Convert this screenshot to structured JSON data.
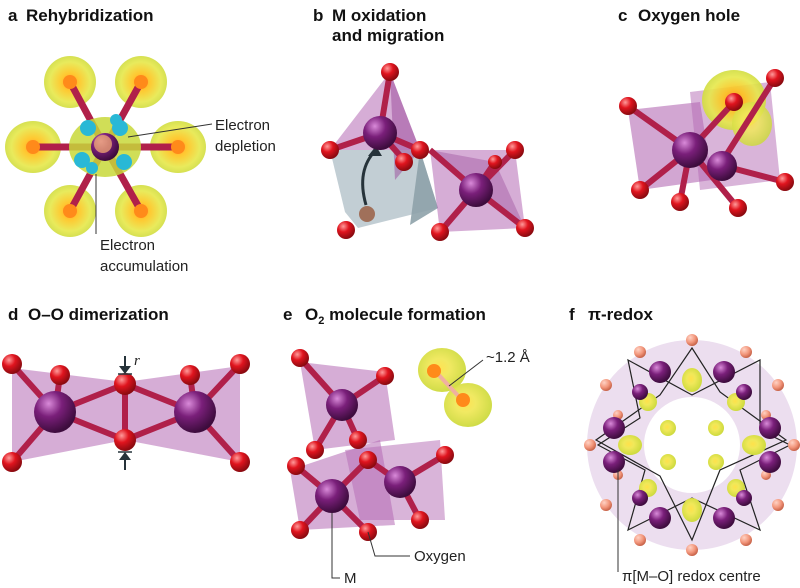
{
  "panels": {
    "a": {
      "letter": "a",
      "title": "Rehybridization",
      "labels": {
        "depletion_1": "Electron",
        "depletion_2": "depletion",
        "accumulation_1": "Electron",
        "accumulation_2": "accumulation"
      }
    },
    "b": {
      "letter": "b",
      "title_1": "M oxidation",
      "title_2": "and migration"
    },
    "c": {
      "letter": "c",
      "title": "Oxygen hole"
    },
    "d": {
      "letter": "d",
      "title": "O–O dimerization",
      "labels": {
        "r": "r"
      }
    },
    "e": {
      "letter": "e",
      "title_pre": "O",
      "title_sub": "2",
      "title_post": " molecule formation",
      "labels": {
        "distance": "~1.2 Å",
        "oxygen": "Oxygen",
        "metal": "M"
      }
    },
    "f": {
      "letter": "f",
      "title": "π-redox",
      "labels": {
        "redox_centre": "π[M–O] redox centre"
      }
    }
  },
  "colors": {
    "metal": "#7a1f7a",
    "oxygen": "#e0141e",
    "polyhedron": "#b46ab4",
    "isosurface": "#d6e44a",
    "depletion": "#29b8d6",
    "bond": "#b0204a",
    "small_oxygen": "#f2957a"
  }
}
